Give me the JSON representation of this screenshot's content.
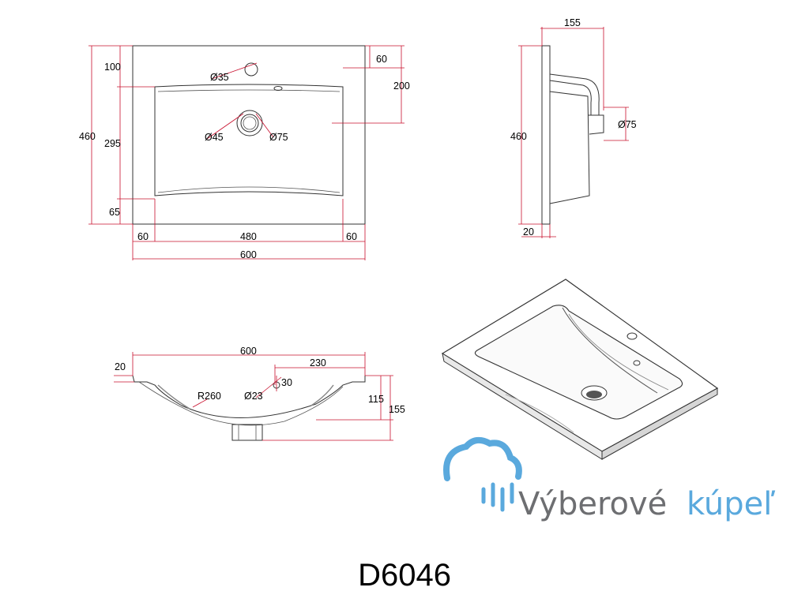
{
  "top_view": {
    "dims": {
      "d100": "100",
      "d460": "460",
      "d295": "295",
      "d65": "65",
      "d60_right": "60",
      "d200": "200",
      "hole": "Ø35",
      "drain_inner": "Ø45",
      "drain_outer": "Ø75",
      "b60_left": "60",
      "b480": "480",
      "b60_right": "60",
      "b600": "600"
    }
  },
  "side_view": {
    "dims": {
      "d155": "155",
      "d460": "460",
      "d75": "Ø75",
      "d20": "20"
    }
  },
  "section_view": {
    "dims": {
      "d600": "600",
      "d20": "20",
      "d230": "230",
      "d30": "30",
      "r260": "R260",
      "d23": "Ø23",
      "d115": "115",
      "d155": "155"
    }
  },
  "logo": {
    "text_gray": "Výberové",
    "text_blue": "kúpeľ",
    "color_gray": "#6d6e71",
    "color_blue": "#5aa9dd",
    "icon": "shower-cloud-icon"
  },
  "model": "D6046"
}
